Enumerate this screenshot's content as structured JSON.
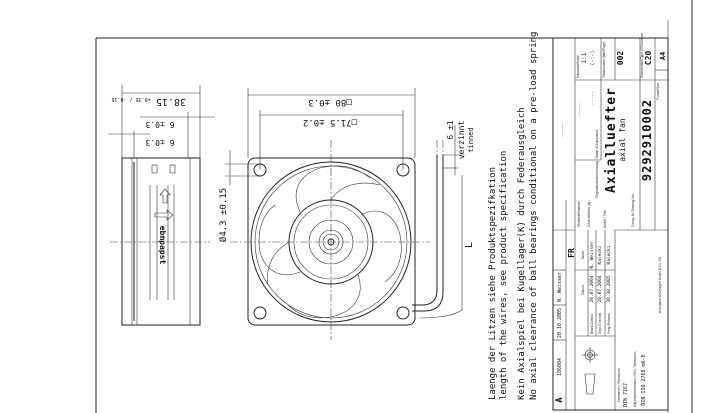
{
  "dimensions": {
    "depth": "38.15",
    "depth_tol": "+0.35 / -0.15",
    "flange1": "6 ±0.3",
    "flange2": "6 ±0.3",
    "frame": "□80 ±0.3",
    "hole_spacing": "□71.5 ±0.2",
    "hole_dia": "Ø4.3 ±0.15",
    "strip": "6 ±1",
    "strip_de": "verzinnt",
    "strip_en": "tinned",
    "length": "L"
  },
  "side_logo": "ebmpapst",
  "notes": [
    "Laenge der Litzen siehe Produktspezifkation",
    "length of the wires, see product specification",
    "Kein Axialspiel bei Kugellager(K) durch Federausgleich",
    "No axial clearance of ball bearings conditional on a pre-load spring"
  ],
  "title_block": {
    "revision": "A",
    "change_no": "186084",
    "change_date": "20.10.2005",
    "change_name": "N. Weisser",
    "language": "FR",
    "col_date": "Datum",
    "col_name": "Name",
    "rows": [
      {
        "label": "Bearb./Drawn",
        "date": "28.07.2004",
        "name": "N. Weisser"
      },
      {
        "label": "Gepr./Checked",
        "date": "28.07.2004",
        "name": "Kalecki"
      },
      {
        "label": "Freig./Release",
        "date": "20.10.2005",
        "name": "Kalecki"
      }
    ],
    "tolerance_label": "Toleranzen / Tolerances:",
    "tolerance_std": "DIN 7167",
    "general_tol_label": "Allgemeintoleranzen / Gen. Tolerances:",
    "general_tol": "DIN ISO 2768 mK-E",
    "company": "ebm-papst St.Georgen GmbH & Co. KG",
    "title_label": "Artikel / Title:",
    "title_de": "Axialluefter",
    "title_en": "axial fan",
    "drawing_no_label": "Zchng.-Nr./Drawing No:",
    "drawing_no": "9292910002",
    "equipment_label": "Gegenstandsbezeichnung / Name of Equipment:",
    "placeholder": ".....",
    "scale_label": "Massstab/Scale",
    "scale": "1:1",
    "scale_alt": "(-:-)",
    "sheet_label": "Teildokument (Blatt/Page)",
    "sheet": "002",
    "doc_type_label": "Dokumentart/Type of Document",
    "doc_type": "C20",
    "format_label": "Format/Size",
    "format": "A4",
    "material_label": "Werkstoff/Material",
    "weight_label": "Gewicht/Mass (kg)"
  }
}
